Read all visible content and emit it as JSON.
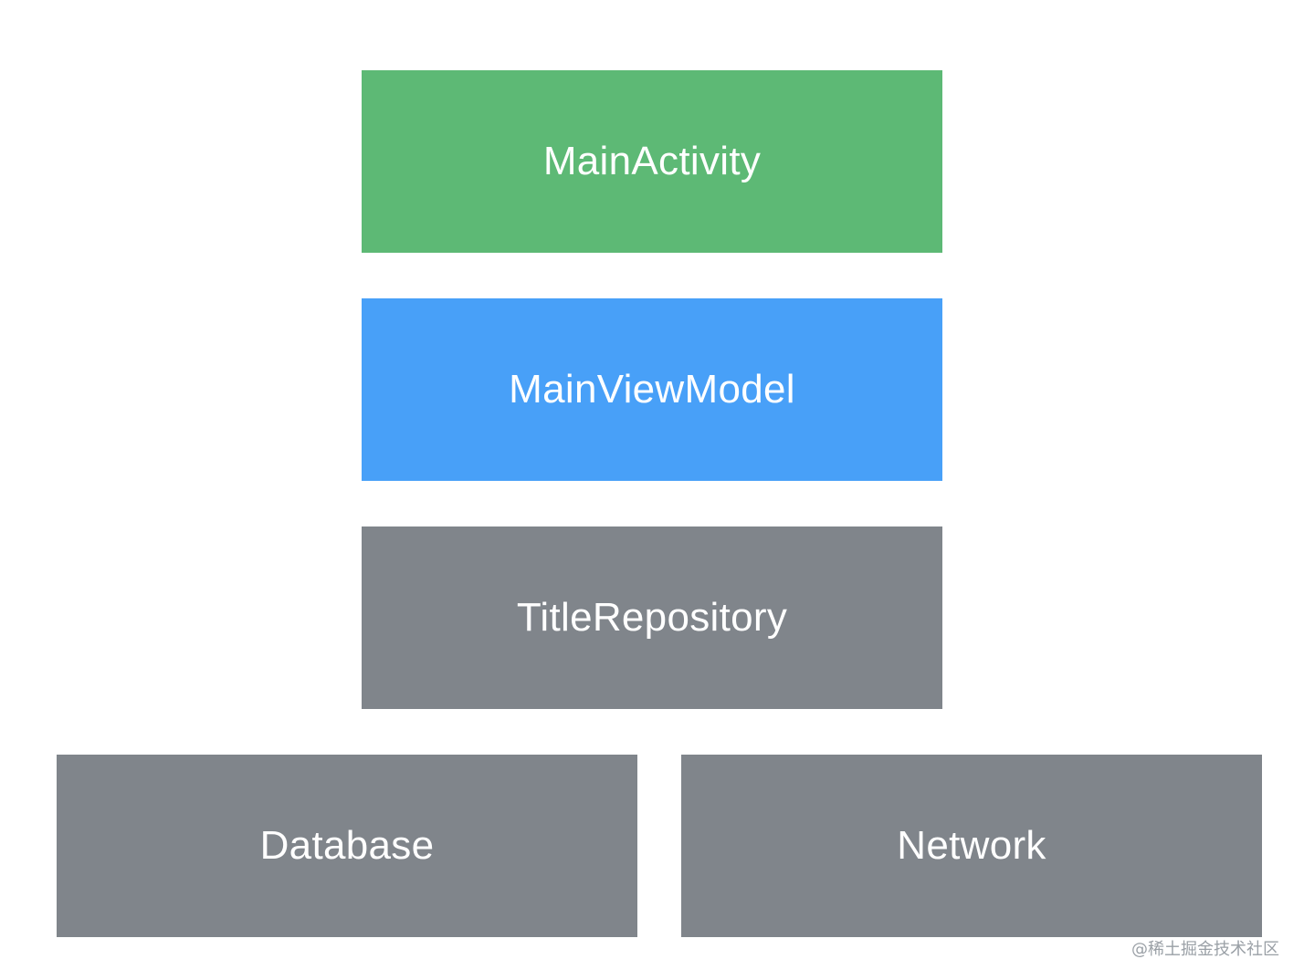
{
  "diagram": {
    "boxes": [
      {
        "label": "MainActivity",
        "color": "#5db975"
      },
      {
        "label": "MainViewModel",
        "color": "#48a0f8"
      },
      {
        "label": "TitleRepository",
        "color": "#80858b"
      },
      {
        "label": "Database",
        "color": "#80858b"
      },
      {
        "label": "Network",
        "color": "#80858b"
      }
    ]
  },
  "watermark": {
    "text": "@稀土掘金技术社区"
  }
}
